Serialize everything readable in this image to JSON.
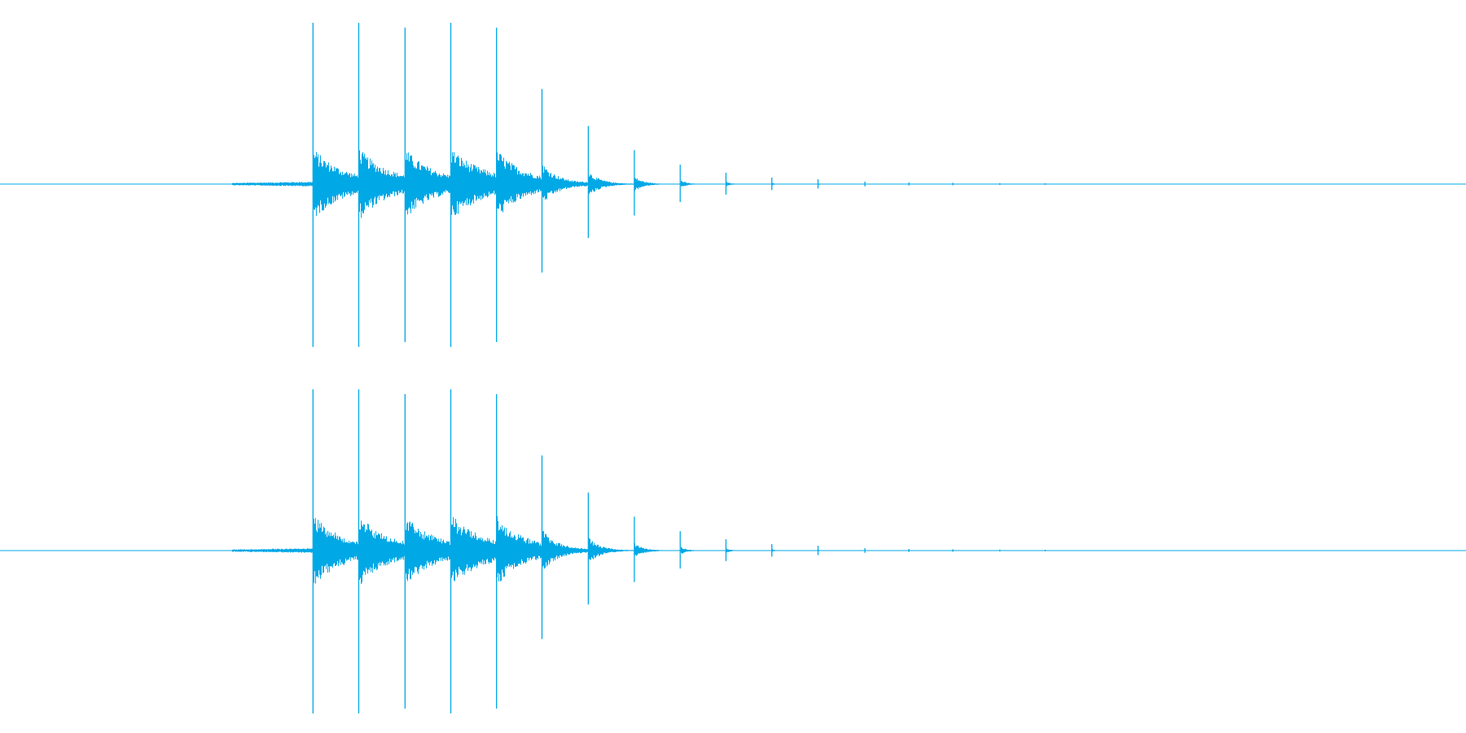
{
  "waveform": {
    "color": "#00a8e6",
    "background": "#ffffff",
    "channels": [
      {
        "name_icon": "waveform-channel-left"
      },
      {
        "name_icon": "waveform-channel-right"
      }
    ],
    "transients": [
      {
        "t": 0.2135,
        "peak": 1.0,
        "decay": 0.22
      },
      {
        "t": 0.2447,
        "peak": 1.0,
        "decay": 0.22
      },
      {
        "t": 0.2763,
        "peak": 0.97,
        "decay": 0.22
      },
      {
        "t": 0.3075,
        "peak": 1.0,
        "decay": 0.25
      },
      {
        "t": 0.3387,
        "peak": 0.97,
        "decay": 0.2
      },
      {
        "t": 0.3697,
        "peak": 0.59,
        "decay": 0.11
      },
      {
        "t": 0.4013,
        "peak": 0.36,
        "decay": 0.08
      },
      {
        "t": 0.4327,
        "peak": 0.21,
        "decay": 0.06
      },
      {
        "t": 0.464,
        "peak": 0.12,
        "decay": 0.04
      },
      {
        "t": 0.4952,
        "peak": 0.07,
        "decay": 0.03
      },
      {
        "t": 0.5265,
        "peak": 0.04,
        "decay": 0.02
      },
      {
        "t": 0.558,
        "peak": 0.03,
        "decay": 0.015
      },
      {
        "t": 0.59,
        "peak": 0.015,
        "decay": 0.01
      },
      {
        "t": 0.62,
        "peak": 0.01,
        "decay": 0.008
      },
      {
        "t": 0.65,
        "peak": 0.008,
        "decay": 0.005
      },
      {
        "t": 0.682,
        "peak": 0.006,
        "decay": 0.004
      },
      {
        "t": 0.713,
        "peak": 0.005,
        "decay": 0.003
      }
    ],
    "pre_noise": {
      "start": 0.158,
      "end": 0.2135,
      "level": 0.015
    }
  }
}
